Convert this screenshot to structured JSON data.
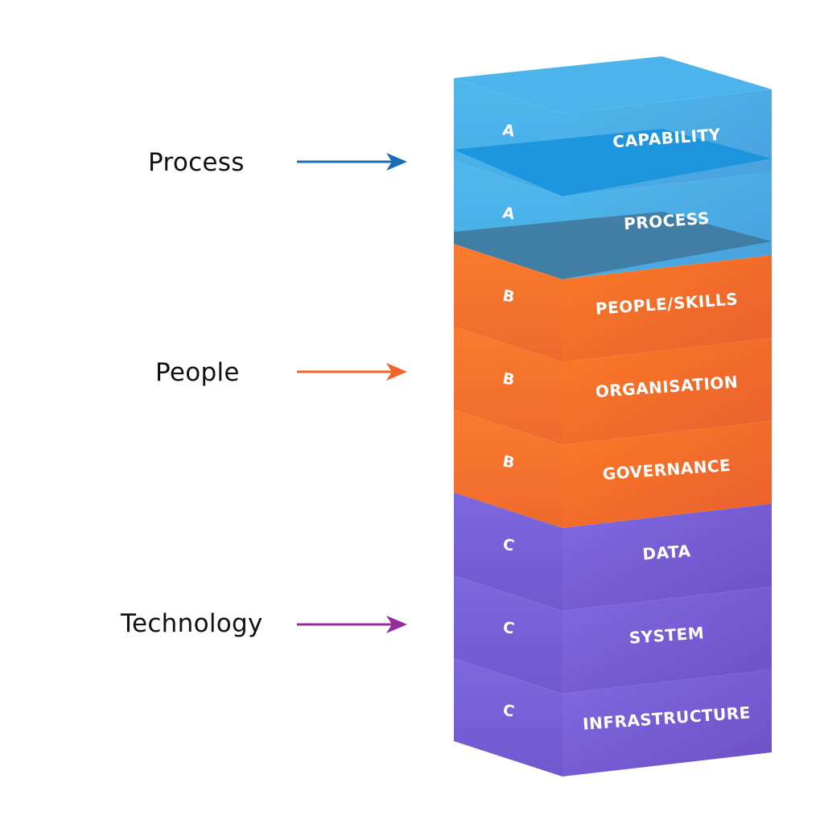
{
  "categories": [
    {
      "label": "Process",
      "color": "#1b6db3"
    },
    {
      "label": "People",
      "color": "#f0642a"
    },
    {
      "label": "Technology",
      "color": "#952d9b"
    }
  ],
  "layers": [
    {
      "letter": "A",
      "name": "CAPABILITY",
      "group": 0
    },
    {
      "letter": "A",
      "name": "PROCESS",
      "group": 0
    },
    {
      "letter": "B",
      "name": "PEOPLE/SKILLS",
      "group": 1
    },
    {
      "letter": "B",
      "name": "ORGANISATION",
      "group": 1
    },
    {
      "letter": "B",
      "name": "GOVERNANCE",
      "group": 1
    },
    {
      "letter": "C",
      "name": "DATA",
      "group": 2
    },
    {
      "letter": "C",
      "name": "SYSTEM",
      "group": 2
    },
    {
      "letter": "C",
      "name": "INFRASTRUCTURE",
      "group": 2
    }
  ],
  "palette": {
    "blue_left": "#4cb5ea",
    "blue_right": "#4aaee6",
    "orange_left": "#f97a2c",
    "orange_right": "#f56d27",
    "purple_left": "#7b66dc",
    "purple_right": "#7a62d6"
  }
}
